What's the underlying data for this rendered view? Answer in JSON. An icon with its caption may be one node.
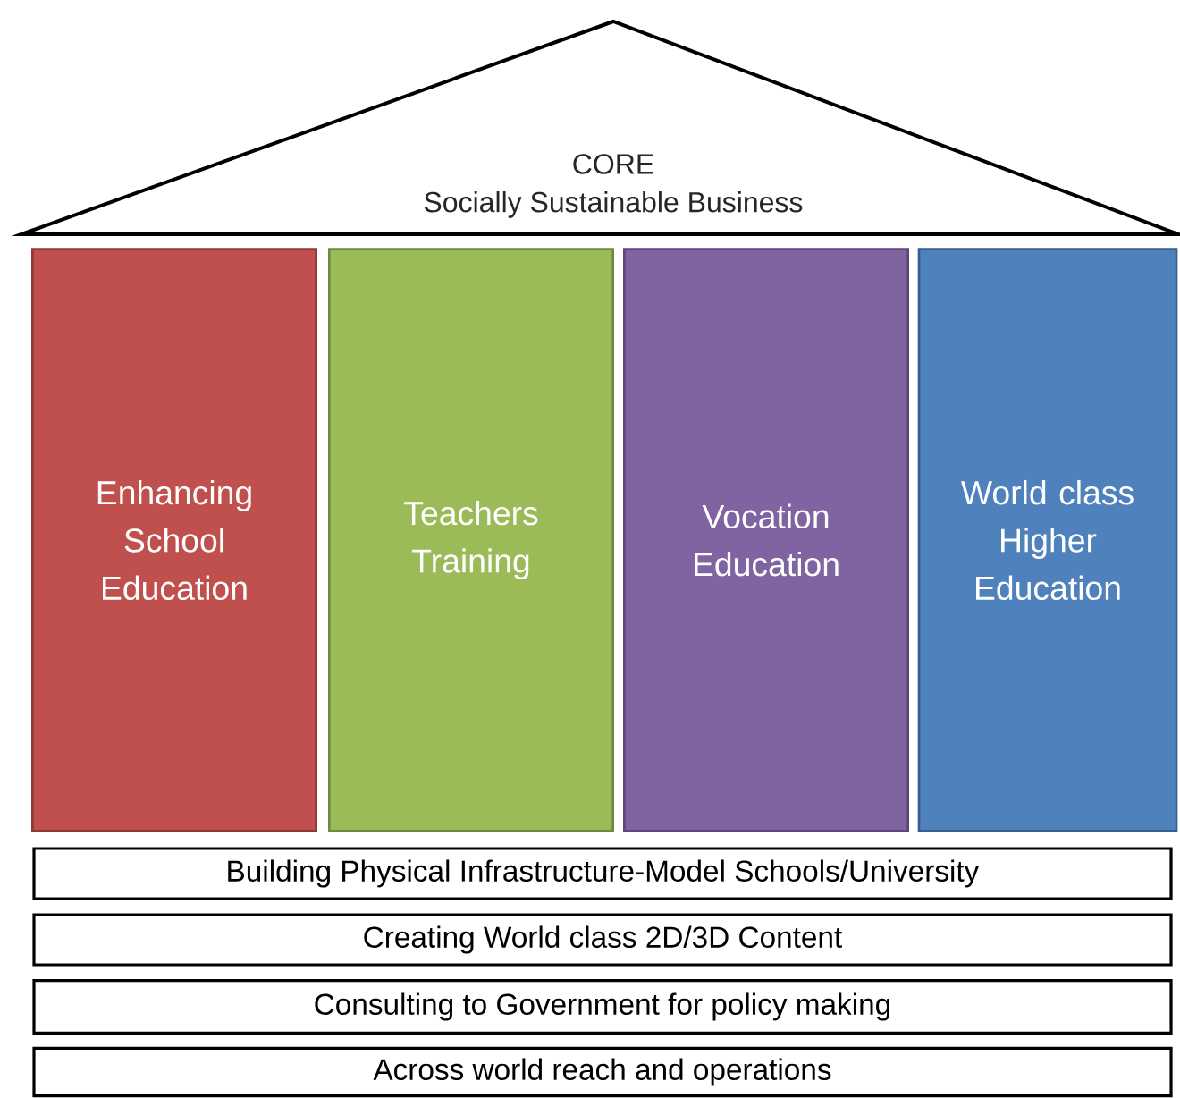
{
  "diagram": {
    "nodes": [
      {
        "text": [
          "CORE",
          "Socially Sustainable Business"
        ]
      },
      {
        "text": [
          "Enhancing School Education"
        ]
      },
      {
        "text": [
          "Teachers Training"
        ]
      },
      {
        "text": [
          "Vocation Education"
        ]
      },
      {
        "text": [
          "World class Higher Education"
        ]
      },
      {
        "text": [
          "Building Physical Infrastructure-Model Schools/University"
        ]
      },
      {
        "text": [
          "Creating World class 2D/3D Content"
        ]
      },
      {
        "text": [
          "Consulting to Government for policy making"
        ]
      },
      {
        "text": [
          "Across world reach and operations"
        ]
      }
    ]
  }
}
